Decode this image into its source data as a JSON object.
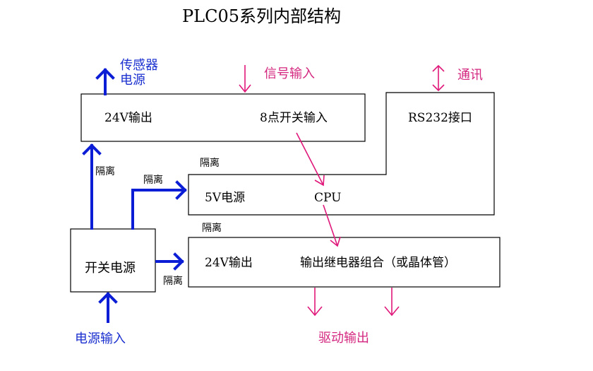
{
  "title": "PLC05系列内部结构",
  "labels": {
    "sensor_power_line1": "传感器",
    "sensor_power_line2": "电源",
    "signal_input": "信号输入",
    "comm": "通讯",
    "top_24v_out": "24V输出",
    "eight_point_input": "8点开关输入",
    "rs232": "RS232接口",
    "isolation_top_mid": "隔离",
    "isolation_left_vert": "隔离",
    "isolation_to_5v": "隔离",
    "supply_5v": "5V电源",
    "cpu": "CPU",
    "isolation_out_block": "隔离",
    "switch_psu": "开关电源",
    "out_24v": "24V输出",
    "relay_combo": "输出继电器组合（或晶体管）",
    "isolation_bottom_left": "隔离",
    "drive_output": "驱动输出",
    "power_input": "电源输入"
  },
  "colors": {
    "blue_arrow": "#0b1ed6",
    "pink_arrow": "#e0187a",
    "blue_text": "#1a2fcf",
    "pink_text": "#d4277f",
    "black": "#000000"
  }
}
